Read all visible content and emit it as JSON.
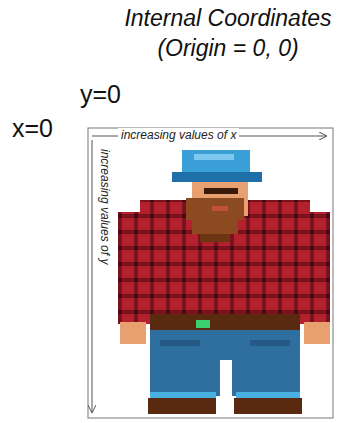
{
  "diagram": {
    "title": "Internal Coordinates (Origin = 0, 0)",
    "labels": [
      "y=0",
      "x=0",
      "increasing values of x",
      "increasing values of y"
    ]
  }
}
